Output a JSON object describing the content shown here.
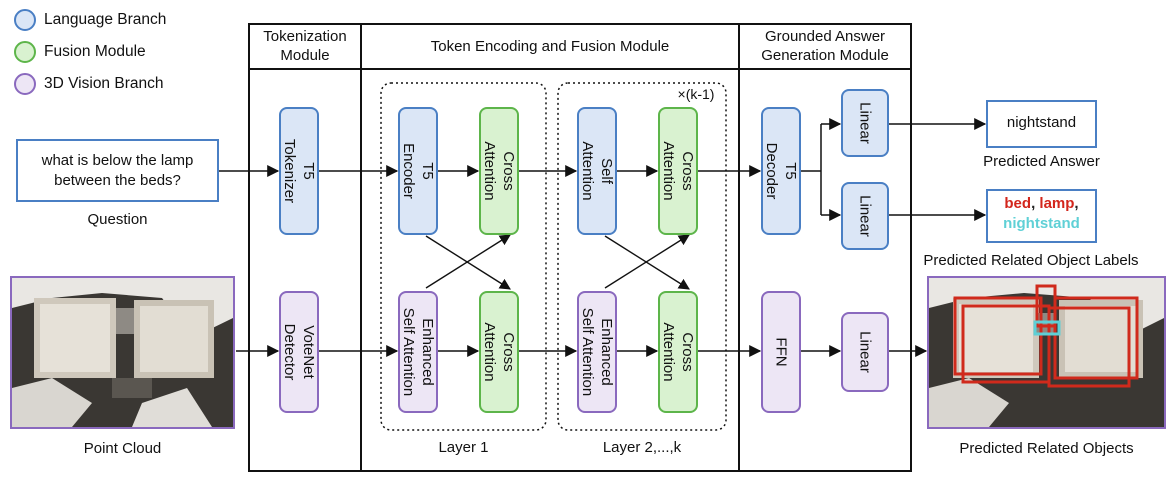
{
  "legend": [
    {
      "label": "Language Branch",
      "color": "#4a7fc4",
      "fill": "#dbe6f6"
    },
    {
      "label": "Fusion Module",
      "color": "#5db54a",
      "fill": "#d9f2d0"
    },
    {
      "label": "3D Vision Branch",
      "color": "#8a69be",
      "fill": "#ede6f5"
    }
  ],
  "inputs": {
    "question_text": [
      "what is below the lamp",
      "between the beds?"
    ],
    "question_caption": "Question",
    "point_cloud_caption": "Point Cloud"
  },
  "sections": {
    "tokenization": [
      "Tokenization",
      "Module"
    ],
    "encoding": "Token Encoding and Fusion Module",
    "answer": [
      "Grounded Answer",
      "Generation Module"
    ]
  },
  "blocks": {
    "t5_tokenizer": [
      "T5",
      "Tokenizer"
    ],
    "votenet_detector": [
      "VoteNet",
      "Detector"
    ],
    "t5_encoder": [
      "T5",
      "Encoder"
    ],
    "cross_attention": [
      "Cross",
      "Attention"
    ],
    "enhanced_self_attention": [
      "Enhanced",
      "Self Attention"
    ],
    "self_attention": [
      "Self",
      "Attention"
    ],
    "t5_decoder": [
      "T5",
      "Decoder"
    ],
    "ffn": "FFN",
    "linear": "Linear"
  },
  "layers": {
    "layer1": "Layer 1",
    "layer2k": "Layer 2,...,k",
    "repeat": "×(k-1)"
  },
  "outputs": {
    "answer_value": "nightstand",
    "answer_caption": "Predicted Answer",
    "labels": [
      {
        "text": "bed",
        "color": "#d3261c"
      },
      {
        "text": ", ",
        "color": "#222222"
      },
      {
        "text": "lamp",
        "color": "#d3261c"
      },
      {
        "text": ",",
        "color": "#222222"
      },
      {
        "text": "nightstand",
        "color": "#5fd0d6"
      }
    ],
    "labels_caption": "Predicted Related Object Labels",
    "objects_caption": "Predicted Related Objects"
  }
}
